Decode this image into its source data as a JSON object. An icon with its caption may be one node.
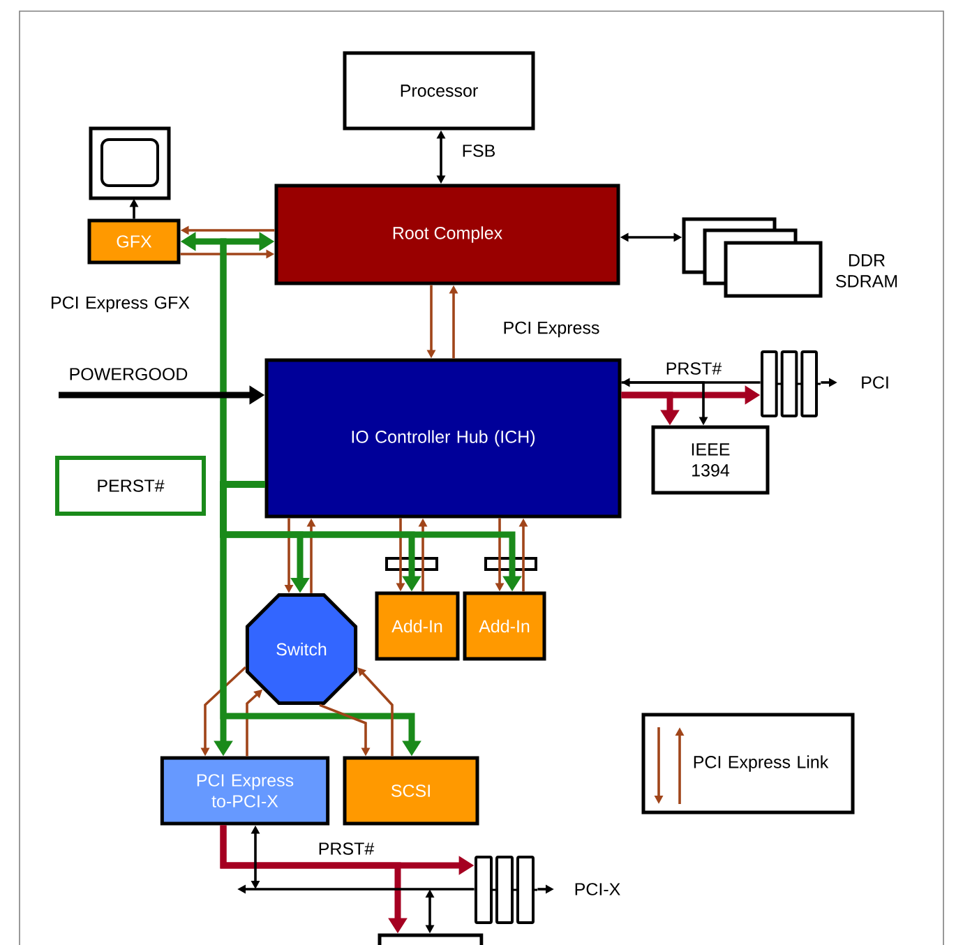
{
  "diagram": {
    "nodes": [
      {
        "text": [
          "Processor"
        ]
      },
      {
        "text": [
          "Root Complex"
        ]
      },
      {
        "text": [],
        "shape": "picture"
      },
      {
        "text": [
          "GFX"
        ],
        "beside": [
          "PCI Express GFX"
        ]
      },
      {
        "text": [],
        "shape": "box",
        "beside": [
          "DDR SDRAM"
        ]
      },
      {
        "text": [
          "IO Controller Hub (ICH)"
        ]
      },
      {
        "text": [
          "PERST#"
        ]
      },
      {
        "text": [
          "IEEE 1394"
        ]
      },
      {
        "text": [],
        "shape": "bar",
        "beside": [
          "PCI"
        ]
      },
      {
        "text": [
          "Switch"
        ]
      },
      {
        "text": [
          "Add-In"
        ]
      },
      {
        "text": [
          "Add-In"
        ]
      },
      {
        "text": [
          "PCI Express to-PCI-X"
        ]
      },
      {
        "text": [
          "SCSI"
        ]
      },
      {
        "text": [],
        "shape": "bar",
        "beside": [
          "PCI-X"
        ]
      },
      {
        "text": [],
        "shape": "box"
      }
    ],
    "edges": [
      {
        "from": 0,
        "to": 1,
        "arrow": "both",
        "color": "#000000",
        "label": "FSB"
      },
      {
        "from": 1,
        "to": 4,
        "arrow": "both",
        "color": "#000000"
      },
      {
        "from": 3,
        "to": 2,
        "arrow": "to",
        "color": "#000000"
      },
      {
        "from": 1,
        "to": 3,
        "arrow": "to"
      },
      {
        "from": 3,
        "to": 1,
        "arrow": "to"
      },
      {
        "from": 5,
        "to": 3,
        "arrow": "to",
        "style": "thick",
        "color": "#1a8a1a"
      },
      {
        "from": 5,
        "to": 1,
        "arrow": "to",
        "style": "thick",
        "color": "#1a8a1a"
      },
      {
        "from": 1,
        "to": 5,
        "arrow": "to"
      },
      {
        "from": 5,
        "to": 1,
        "arrow": "to",
        "label": "PCI Express"
      },
      {
        "from": null,
        "to": 5,
        "arrow": "to",
        "style": "thick",
        "color": "#000000",
        "label": "POWERGOOD"
      },
      {
        "from": 5,
        "to": 8,
        "arrow": "to",
        "style": "thick",
        "color": "#a50021",
        "label": "PRST#"
      },
      {
        "from": 5,
        "to": 7,
        "arrow": "to",
        "style": "thick",
        "color": "#a50021"
      },
      {
        "from": 8,
        "to": 5,
        "arrow": "to",
        "color": "#000000"
      },
      {
        "from": 5,
        "to": 7,
        "arrow": "to",
        "color": "#000000"
      },
      {
        "from": 8,
        "to": null,
        "arrow": "to",
        "color": "#000000"
      },
      {
        "from": 5,
        "to": 9,
        "arrow": "to"
      },
      {
        "from": 9,
        "to": 5,
        "arrow": "to"
      },
      {
        "from": 5,
        "to": 9,
        "arrow": "to",
        "style": "thick",
        "color": "#1a8a1a"
      },
      {
        "from": 5,
        "to": 10,
        "arrow": "to"
      },
      {
        "from": 10,
        "to": 5,
        "arrow": "to"
      },
      {
        "from": 5,
        "to": 10,
        "arrow": "to",
        "style": "thick",
        "color": "#1a8a1a"
      },
      {
        "from": 5,
        "to": 11,
        "arrow": "to"
      },
      {
        "from": 11,
        "to": 5,
        "arrow": "to"
      },
      {
        "from": 5,
        "to": 11,
        "arrow": "to",
        "style": "thick",
        "color": "#1a8a1a"
      },
      {
        "from": 9,
        "to": 12,
        "arrow": "to"
      },
      {
        "from": 12,
        "to": 9,
        "arrow": "to"
      },
      {
        "from": 5,
        "to": 12,
        "arrow": "to",
        "style": "thick",
        "color": "#1a8a1a"
      },
      {
        "from": 5,
        "to": 13,
        "arrow": "to",
        "style": "thick",
        "color": "#1a8a1a"
      },
      {
        "from": 9,
        "to": 13,
        "arrow": "to"
      },
      {
        "from": 13,
        "to": 9,
        "arrow": "to"
      },
      {
        "from": 12,
        "to": 14,
        "arrow": "to",
        "style": "thick",
        "color": "#a50021",
        "label": "PRST#"
      },
      {
        "from": 12,
        "to": 15,
        "arrow": "to",
        "style": "thick",
        "color": "#a50021"
      },
      {
        "from": 12,
        "to": null,
        "arrow": "both",
        "color": "#000000"
      },
      {
        "from": 15,
        "to": null,
        "arrow": "both",
        "color": "#000000"
      },
      {
        "from": 14,
        "to": null,
        "arrow": "to",
        "color": "#000000"
      },
      {
        "from": 14,
        "to": null,
        "arrow": "to",
        "color": "#000000"
      }
    ],
    "legend": [
      {
        "text": "PCI Express Link"
      }
    ]
  }
}
